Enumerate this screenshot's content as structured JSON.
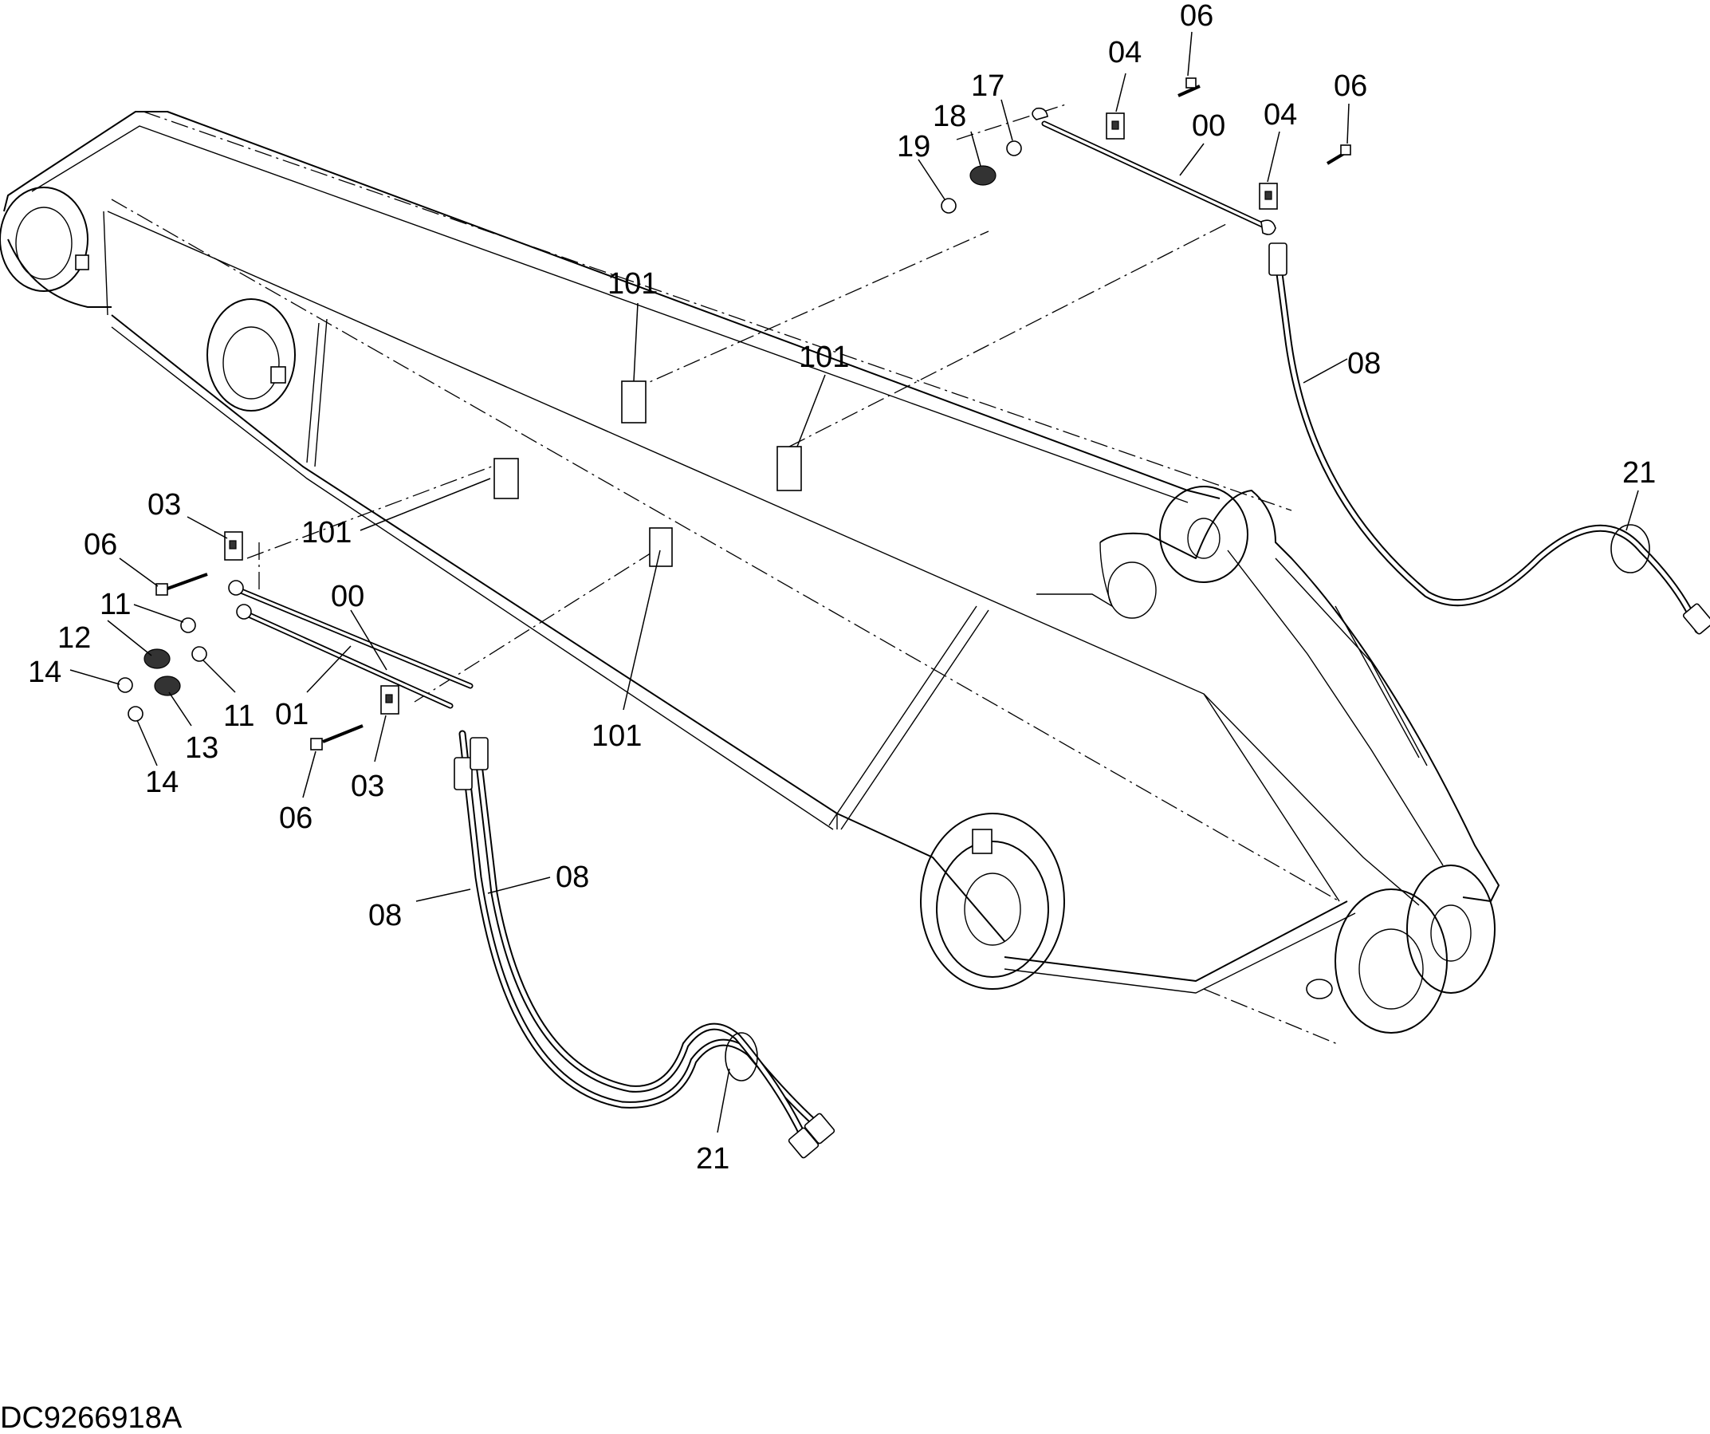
{
  "drawing_code": "DC9266918A",
  "callouts": [
    {
      "id": "c06a",
      "text": "06"
    },
    {
      "id": "c04a",
      "text": "04"
    },
    {
      "id": "c17",
      "text": "17"
    },
    {
      "id": "c18",
      "text": "18"
    },
    {
      "id": "c19",
      "text": "19"
    },
    {
      "id": "c06b",
      "text": "06"
    },
    {
      "id": "c04b",
      "text": "04"
    },
    {
      "id": "c00a",
      "text": "00"
    },
    {
      "id": "c101a",
      "text": "101"
    },
    {
      "id": "c101b",
      "text": "101"
    },
    {
      "id": "c08a",
      "text": "08"
    },
    {
      "id": "c21a",
      "text": "21"
    },
    {
      "id": "c03a",
      "text": "03"
    },
    {
      "id": "c06c",
      "text": "06"
    },
    {
      "id": "c101c",
      "text": "101"
    },
    {
      "id": "c00b",
      "text": "00"
    },
    {
      "id": "c11a",
      "text": "11"
    },
    {
      "id": "c12",
      "text": "12"
    },
    {
      "id": "c14a",
      "text": "14"
    },
    {
      "id": "c11b",
      "text": "11"
    },
    {
      "id": "c01",
      "text": "01"
    },
    {
      "id": "c13",
      "text": "13"
    },
    {
      "id": "c14b",
      "text": "14"
    },
    {
      "id": "c06d",
      "text": "06"
    },
    {
      "id": "c03b",
      "text": "03"
    },
    {
      "id": "c101d",
      "text": "101"
    },
    {
      "id": "c08b",
      "text": "08"
    },
    {
      "id": "c08c",
      "text": "08"
    },
    {
      "id": "c21b",
      "text": "21"
    }
  ]
}
